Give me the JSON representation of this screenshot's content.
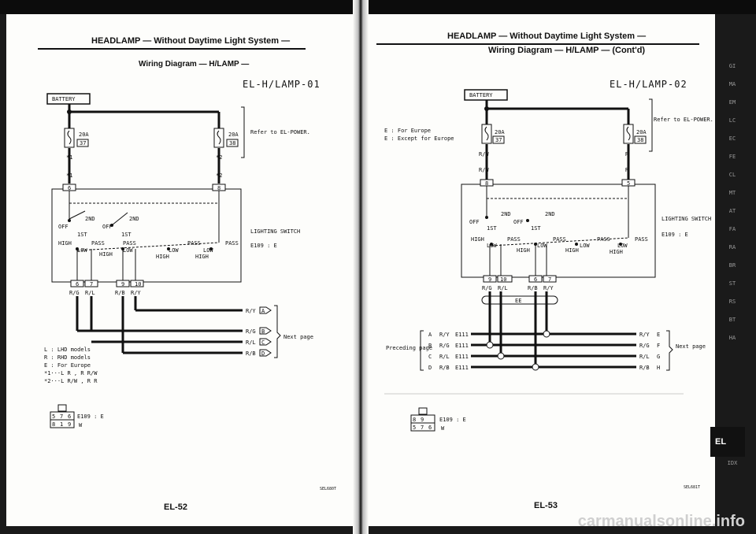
{
  "left": {
    "header": "HEADLAMP — Without Daytime Light System —",
    "subheader": "Wiring Diagram — H/LAMP —",
    "diagram_id": "EL-H/LAMP-01",
    "battery": "BATTERY",
    "fuse1_amp": "20A",
    "fuse1_no": "37",
    "fuse2_amp": "20A",
    "fuse2_no": "38",
    "ref": "Refer to EL-POWER.",
    "mark1": "*1",
    "mark2": "*2",
    "conn_top1": "6",
    "conn_top2": "8",
    "pos_2nd": "2ND",
    "pos_off": "OFF",
    "pos_1st": "1ST",
    "pos_high": "HIGH",
    "pos_pass": "PASS",
    "pos_low": "LOW",
    "switch_name": "LIGHTING SWITCH",
    "switch_conn": "E109 : E",
    "bottom_conns": [
      "6",
      "7",
      "9",
      "10"
    ],
    "wire_labels": [
      "R/G",
      "R/L",
      "R/B",
      "R/Y"
    ],
    "outputs": [
      {
        "wire": "R/Y",
        "term": "A"
      },
      {
        "wire": "R/G",
        "term": "B"
      },
      {
        "wire": "R/L",
        "term": "C"
      },
      {
        "wire": "R/B",
        "term": "D"
      }
    ],
    "next_page": "Next page",
    "legend": [
      "L : LHD models",
      "R : RHD models",
      "E : For Europe",
      "*1···L R , R R/W",
      "*2···L R/W , R R"
    ],
    "conn_code": "E109 : E",
    "conn_color": "W",
    "conn_grid": [
      "5",
      "7",
      "6",
      "8",
      "1",
      "9"
    ],
    "code": "SEL680T",
    "page_number": "EL-52"
  },
  "right": {
    "header1": "HEADLAMP — Without Daytime Light System —",
    "header2": "Wiring Diagram — H/LAMP — (Cont'd)",
    "diagram_id": "EL-H/LAMP-02",
    "battery": "BATTERY",
    "legend": [
      "E : For Europe",
      "E : Except for Europe"
    ],
    "fuse1_amp": "20A",
    "fuse1_no": "37",
    "fuse2_amp": "20A",
    "fuse2_no": "38",
    "ref": "Refer to EL-POWER.",
    "wire_rw": "R/W",
    "wire_r": "R",
    "conn_top1": "8",
    "conn_top2": "5",
    "pos_2nd": "2ND",
    "pos_off": "OFF",
    "pos_1st": "1ST",
    "pos_high": "HIGH",
    "pos_pass": "PASS",
    "pos_low": "LOW",
    "switch_name": "LIGHTING SWITCH",
    "switch_conn": "E109 : E",
    "bottom_conns": [
      "9",
      "10",
      "6",
      "7"
    ],
    "wire_labels": [
      "R/G",
      "R/L",
      "R/B",
      "R/Y"
    ],
    "ee": "EE",
    "preceding": "Preceding page",
    "inputs": [
      {
        "term": "A",
        "wire": "R/Y",
        "conn": "E111"
      },
      {
        "term": "B",
        "wire": "R/G",
        "conn": "E111"
      },
      {
        "term": "C",
        "wire": "R/L",
        "conn": "E111"
      },
      {
        "term": "D",
        "wire": "R/B",
        "conn": "E111"
      }
    ],
    "outputs": [
      {
        "wire": "R/Y",
        "term": "E"
      },
      {
        "wire": "R/G",
        "term": "F"
      },
      {
        "wire": "R/L",
        "term": "G"
      },
      {
        "wire": "R/B",
        "term": "H"
      }
    ],
    "next_page": "Next page",
    "conn_code": "E109 : E",
    "conn_color": "W",
    "conn_grid": [
      "8",
      "9",
      "5",
      "7",
      "6"
    ],
    "code": "SEL681T",
    "page_number": "EL-53"
  },
  "side_tabs": [
    "GI",
    "MA",
    "EM",
    "LC",
    "EC",
    "FE",
    "CL",
    "MT",
    "AT",
    "FA",
    "RA",
    "BR",
    "ST",
    "RS",
    "BT",
    "HA"
  ],
  "active_tab": "EL",
  "after_tab": "IDX",
  "watermark": "carmanualsonline.info"
}
